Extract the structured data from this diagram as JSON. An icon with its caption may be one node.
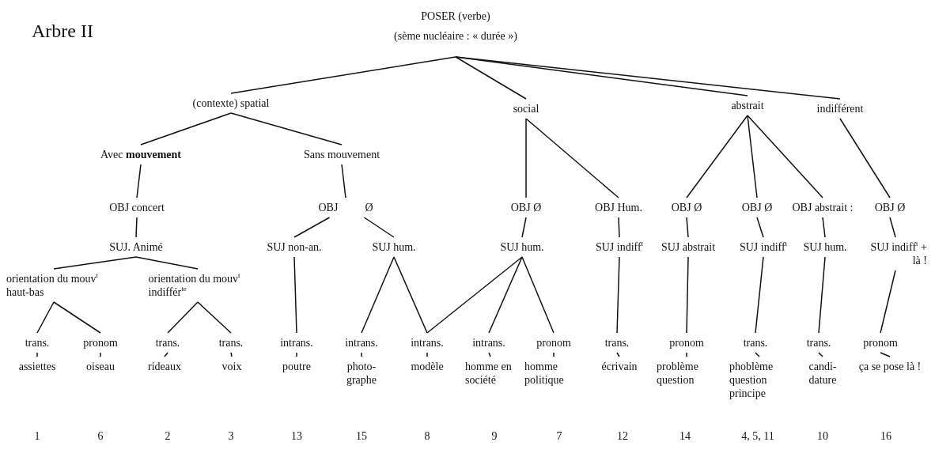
{
  "diagram": {
    "title": "Arbre II",
    "nodes": [
      {
        "text": [
          "POSER (verbe)",
          "(sème nucléaire : « durée »)"
        ]
      },
      {
        "text": [
          "(contexte) spatial"
        ]
      },
      {
        "text": [
          "social"
        ]
      },
      {
        "text": [
          "abstrait"
        ]
      },
      {
        "text": [
          "indifférent"
        ]
      },
      {
        "text": [
          "Avec **mouvement**"
        ]
      },
      {
        "text": [
          "Sans mouvement"
        ]
      },
      {
        "text": [
          "OBJ concert"
        ]
      },
      {
        "text": [
          "OBJ",
          "Ø"
        ]
      },
      {
        "text": [
          "OBJ Ø"
        ]
      },
      {
        "text": [
          "OBJ Hum."
        ]
      },
      {
        "text": [
          "OBJ Ø"
        ]
      },
      {
        "text": [
          "OBJ Ø"
        ]
      },
      {
        "text": [
          "OBJ abstrait :"
        ]
      },
      {
        "text": [
          "OBJ Ø"
        ]
      },
      {
        "text": [
          "SUJ. Animé"
        ]
      },
      {
        "text": [
          "SUJ non-an."
        ]
      },
      {
        "text": [
          "SUJ hum."
        ]
      },
      {
        "text": [
          "SUJ hum."
        ]
      },
      {
        "text": [
          "SUJ indiff$^{t}$"
        ]
      },
      {
        "text": [
          "SUJ abstrait"
        ]
      },
      {
        "text": [
          "SUJ indiff$^{t}$"
        ]
      },
      {
        "text": [
          "SUJ hum."
        ]
      },
      {
        "text": [
          "SUJ indiff$^{t}$ + là !"
        ]
      },
      {
        "text": [
          "orientation du mouv$^{t}$ haut-bas"
        ]
      },
      {
        "text": [
          "orientation du mouv$^{t}$ indiffér$^{te}$"
        ]
      },
      {
        "text": [
          "trans."
        ]
      },
      {
        "text": [
          "pronom"
        ]
      },
      {
        "text": [
          "trans."
        ]
      },
      {
        "text": [
          "trans."
        ]
      },
      {
        "text": [
          "intrans."
        ]
      },
      {
        "text": [
          "intrans."
        ]
      },
      {
        "text": [
          "intrans."
        ]
      },
      {
        "text": [
          "intrans."
        ]
      },
      {
        "text": [
          "pronom"
        ]
      },
      {
        "text": [
          "trans."
        ]
      },
      {
        "text": [
          "pronom"
        ]
      },
      {
        "text": [
          "trans."
        ]
      },
      {
        "text": [
          "trans."
        ]
      },
      {
        "text": [
          "pronom"
        ]
      },
      {
        "text": [
          "assiettes"
        ]
      },
      {
        "text": [
          "oiseau"
        ]
      },
      {
        "text": [
          "rideaux"
        ]
      },
      {
        "text": [
          "voix"
        ]
      },
      {
        "text": [
          "poutre"
        ]
      },
      {
        "text": [
          "photo- graphe"
        ]
      },
      {
        "text": [
          "modèle"
        ]
      },
      {
        "text": [
          "homme en société"
        ]
      },
      {
        "text": [
          "homme politique"
        ]
      },
      {
        "text": [
          "écrivain"
        ]
      },
      {
        "text": [
          "problème question"
        ]
      },
      {
        "text": [
          "phoblème question principe"
        ]
      },
      {
        "text": [
          "candi- dature"
        ]
      },
      {
        "text": [
          "ça se pose là !"
        ]
      }
    ],
    "edges": [
      {
        "from": 0,
        "to": 1,
        "arrow": "none"
      },
      {
        "from": 0,
        "to": 2,
        "arrow": "none"
      },
      {
        "from": 0,
        "to": 3,
        "arrow": "none"
      },
      {
        "from": 0,
        "to": 4,
        "arrow": "none"
      },
      {
        "from": 1,
        "to": 5,
        "arrow": "none"
      },
      {
        "from": 1,
        "to": 6,
        "arrow": "none"
      },
      {
        "from": 5,
        "to": 7,
        "arrow": "none"
      },
      {
        "from": 6,
        "to": 8,
        "arrow": "none"
      },
      {
        "from": 2,
        "to": 9,
        "arrow": "none"
      },
      {
        "from": 2,
        "to": 10,
        "arrow": "none"
      },
      {
        "from": 3,
        "to": 11,
        "arrow": "none"
      },
      {
        "from": 3,
        "to": 12,
        "arrow": "none"
      },
      {
        "from": 3,
        "to": 13,
        "arrow": "none"
      },
      {
        "from": 4,
        "to": 14,
        "arrow": "none"
      },
      {
        "from": 7,
        "to": 15,
        "arrow": "none"
      },
      {
        "from": 8,
        "to": 16,
        "arrow": "none"
      },
      {
        "from": 8,
        "to": 17,
        "arrow": "none"
      },
      {
        "from": 9,
        "to": 18,
        "arrow": "none"
      },
      {
        "from": 10,
        "to": 19,
        "arrow": "none"
      },
      {
        "from": 11,
        "to": 20,
        "arrow": "none"
      },
      {
        "from": 12,
        "to": 21,
        "arrow": "none"
      },
      {
        "from": 13,
        "to": 22,
        "arrow": "none"
      },
      {
        "from": 14,
        "to": 23,
        "arrow": "none"
      },
      {
        "from": 15,
        "to": 24,
        "arrow": "none"
      },
      {
        "from": 15,
        "to": 25,
        "arrow": "none"
      },
      {
        "from": 24,
        "to": 26,
        "arrow": "none"
      },
      {
        "from": 24,
        "to": 27,
        "arrow": "none"
      },
      {
        "from": 25,
        "to": 28,
        "arrow": "none"
      },
      {
        "from": 25,
        "to": 29,
        "arrow": "none"
      },
      {
        "from": 16,
        "to": 30,
        "arrow": "none"
      },
      {
        "from": 17,
        "to": 31,
        "arrow": "none"
      },
      {
        "from": 17,
        "to": 32,
        "arrow": "none"
      },
      {
        "from": 18,
        "to": 32,
        "arrow": "none"
      },
      {
        "from": 18,
        "to": 33,
        "arrow": "none"
      },
      {
        "from": 18,
        "to": 34,
        "arrow": "none"
      },
      {
        "from": 19,
        "to": 35,
        "arrow": "none"
      },
      {
        "from": 20,
        "to": 36,
        "arrow": "none"
      },
      {
        "from": 21,
        "to": 37,
        "arrow": "none"
      },
      {
        "from": 22,
        "to": 38,
        "arrow": "none"
      },
      {
        "from": 23,
        "to": 39,
        "arrow": "none"
      },
      {
        "from": 26,
        "to": 40,
        "arrow": "none"
      },
      {
        "from": 27,
        "to": 41,
        "arrow": "none"
      },
      {
        "from": 28,
        "to": 42,
        "arrow": "none"
      },
      {
        "from": 29,
        "to": 43,
        "arrow": "none"
      },
      {
        "from": 30,
        "to": 44,
        "arrow": "none"
      },
      {
        "from": 31,
        "to": 45,
        "arrow": "none"
      },
      {
        "from": 32,
        "to": 46,
        "arrow": "none"
      },
      {
        "from": 33,
        "to": 47,
        "arrow": "none"
      },
      {
        "from": 34,
        "to": 48,
        "arrow": "none"
      },
      {
        "from": 35,
        "to": 49,
        "arrow": "none"
      },
      {
        "from": 36,
        "to": 50,
        "arrow": "none"
      },
      {
        "from": 37,
        "to": 51,
        "arrow": "none"
      },
      {
        "from": 38,
        "to": 52,
        "arrow": "none"
      },
      {
        "from": 39,
        "to": 53,
        "arrow": "none"
      }
    ],
    "labels": [
      "1",
      "6",
      "2",
      "3",
      "13",
      "15",
      "8",
      "9",
      "7",
      "12",
      "14",
      "4, 5, 11",
      "10",
      "16"
    ]
  }
}
